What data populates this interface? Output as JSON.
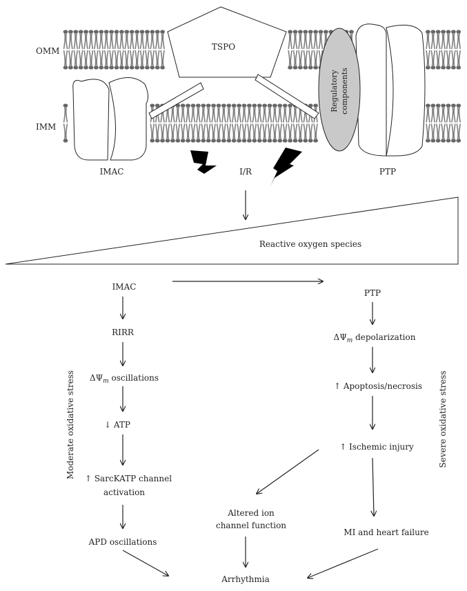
{
  "membranes": {
    "outer": "OMM",
    "inner": "IMM"
  },
  "proteins": {
    "tspo": "TSPO",
    "regulatory": [
      "Regulatory",
      "components"
    ],
    "imac": "IMAC",
    "ptp": "PTP",
    "trigger": "I/R"
  },
  "gradient": {
    "label": "Reactive oxygen species"
  },
  "left_pathway": {
    "stress": "Moderate oxidative stress",
    "imac": "IMAC",
    "rirr": "RIRR",
    "psi_prefix": "ΔΨ",
    "psi_sub": "m",
    "psi_osc": " oscillations",
    "atp": "↓ ATP",
    "sarc_1": "↑ SarcKATP channel",
    "sarc_2": "activation",
    "apd": "APD oscillations"
  },
  "right_pathway": {
    "stress": "Severe oxidative stress",
    "ptp": "PTP",
    "psi_prefix": "ΔΨ",
    "psi_sub": "m",
    "psi_dep": " depolarization",
    "apoptosis": "↑ Apoptosis/necrosis",
    "ischemic": "↑ Ischemic injury",
    "mi": "MI and heart failure"
  },
  "middle": {
    "altered_1": "Altered ion",
    "altered_2": "channel function",
    "arrhythmia": "Arrhythmia"
  },
  "colors": {
    "head": "#666666",
    "tail": "#7f7f7f",
    "regulatory_fill": "#c9c9c9",
    "bolt": "#000000"
  }
}
